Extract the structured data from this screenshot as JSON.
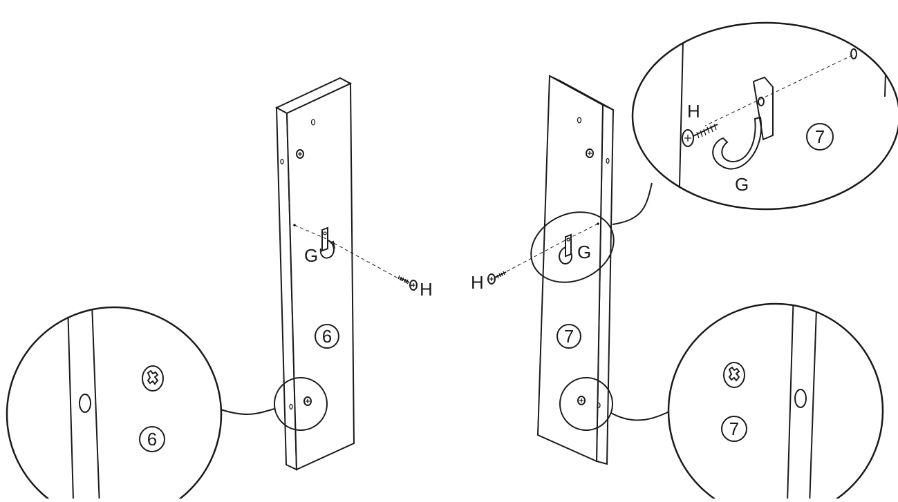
{
  "labels": {
    "hook": "G",
    "screw": "H",
    "panel_left": "6",
    "panel_right": "7"
  }
}
